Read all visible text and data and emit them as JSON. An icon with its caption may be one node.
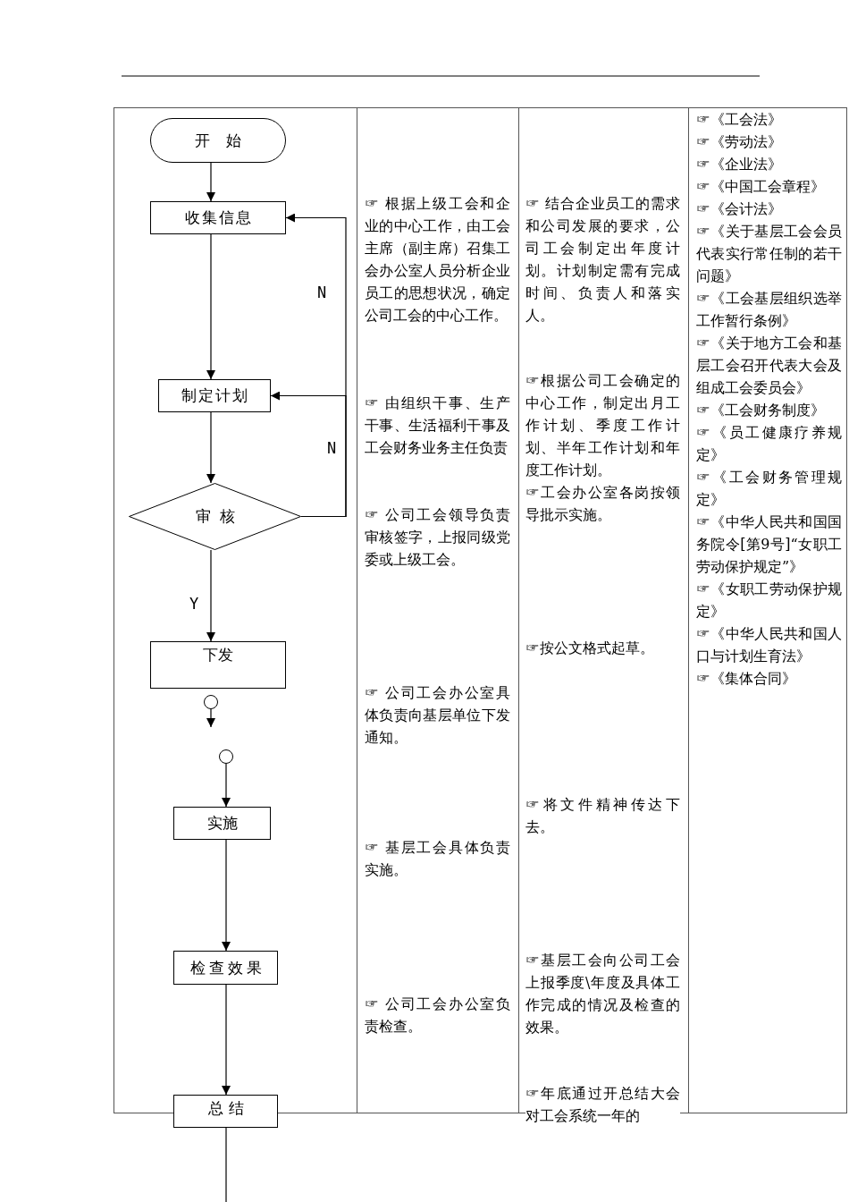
{
  "diagram": {
    "nodes": [
      {
        "text": [
          "开始"
        ]
      },
      {
        "text": [
          "收集信息"
        ]
      },
      {
        "text": [
          "制定计划"
        ]
      },
      {
        "text": [
          "审核"
        ]
      },
      {
        "text": [
          "下发"
        ]
      },
      {
        "text": [],
        "shape": "circle"
      },
      {
        "text": [],
        "shape": "circle"
      },
      {
        "text": [
          "实施"
        ]
      },
      {
        "text": [
          "检查效果"
        ]
      },
      {
        "text": [
          "总结"
        ]
      }
    ],
    "edges": [
      {
        "from": 0,
        "to": 1,
        "arrow": "to"
      },
      {
        "from": 1,
        "to": 2,
        "arrow": "to"
      },
      {
        "from": 2,
        "to": 3,
        "arrow": "to"
      },
      {
        "from": 3,
        "to": 4,
        "arrow": "to",
        "label": "Y"
      },
      {
        "from": 3,
        "to": 1,
        "arrow": "to",
        "label": "N"
      },
      {
        "from": 3,
        "to": 2,
        "arrow": "to",
        "label": "N"
      },
      {
        "from": 5,
        "to": null,
        "arrow": "to"
      },
      {
        "from": 6,
        "to": 7,
        "arrow": "to"
      },
      {
        "from": 7,
        "to": 8,
        "arrow": "to"
      },
      {
        "from": 8,
        "to": 9,
        "arrow": "to"
      },
      {
        "from": 9,
        "to": null,
        "arrow": "none"
      }
    ],
    "labels": [
      "☞ 根据上级工会和企业的中心工作，由工会主席（副主席）召集工会办公室人员分析企业员工的思想状况，确定公司工会的中心工作。",
      "☞ 由组织干事、生产干事、生活福利干事及工会财务业务主任负责",
      "☞ 公司工会领导负责审核签字，上报同级党委或上级工会。",
      "☞ 公司工会办公室具体负责向基层单位下发通知。",
      "☞ 基层工会具体负责实施。",
      "☞ 公司工会办公室负责检查。",
      "☞ 结合企业员工的需求和公司发展的要求，公司工会制定出年度计划。计划制定需有完成时间、负责人和落实人。",
      "☞根据公司工会确定的中心工作，制定出月工作计划、季度工作计划、半年工作计划和年度工作计划。",
      "☞工会办公室各岗按领导批示实施。",
      "☞按公文格式起草。",
      "☞将文件精神传达下去。",
      "☞基层工会向公司工会上报季度\\年度及具体工作完成的情况及检查的效果。",
      "☞年底通过开总结大会对工会系统一年的",
      "☞《工会法》",
      "☞《劳动法》",
      "☞《企业法》",
      "☞《中国工会章程》",
      "☞《会计法》",
      "☞《关于基层工会会员代表实行常任制的若干问题》",
      "☞《工会基层组织选举工作暂行条例》",
      "☞《关于地方工会和基层工会召开代表大会及组成工会委员会》",
      "☞《工会财务制度》",
      "☞《员工健康疗养规定》",
      "☞《工会财务管理规定》",
      "☞《中华人民共和国国务院令[第9号]“女职工劳动保护规定”》",
      "☞《女职工劳动保护规定》",
      "☞《中华人民共和国人口与计划生育法》",
      "☞《集体合同》"
    ]
  }
}
